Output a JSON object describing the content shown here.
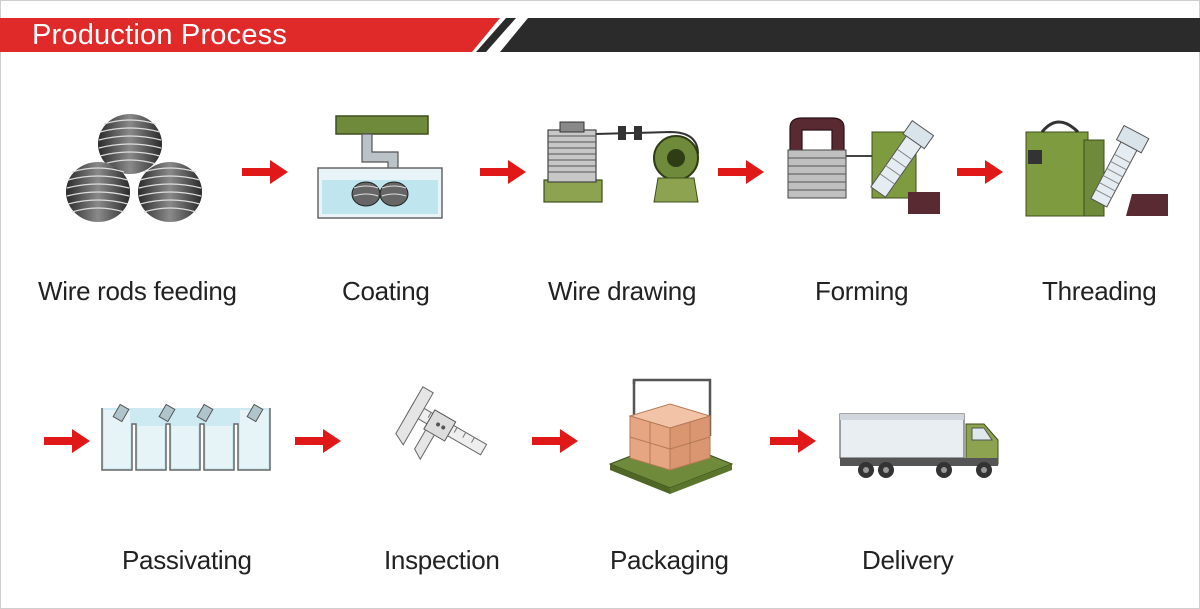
{
  "header": {
    "title": "Production Process",
    "accent_color": "#e02a2a",
    "bar_color": "#2b2b2b"
  },
  "arrow_color": "#e01818",
  "steps": [
    {
      "label": "Wire rods feeding",
      "icon": "wire-rods-icon"
    },
    {
      "label": "Coating",
      "icon": "coating-tank-icon"
    },
    {
      "label": "Wire drawing",
      "icon": "wire-drawing-machine-icon"
    },
    {
      "label": "Forming",
      "icon": "forming-machine-icon"
    },
    {
      "label": "Threading",
      "icon": "threading-machine-icon"
    },
    {
      "label": "Passivating",
      "icon": "passivating-tanks-icon"
    },
    {
      "label": "Inspection",
      "icon": "caliper-icon"
    },
    {
      "label": "Packaging",
      "icon": "pallet-boxes-icon"
    },
    {
      "label": "Delivery",
      "icon": "truck-icon"
    }
  ]
}
